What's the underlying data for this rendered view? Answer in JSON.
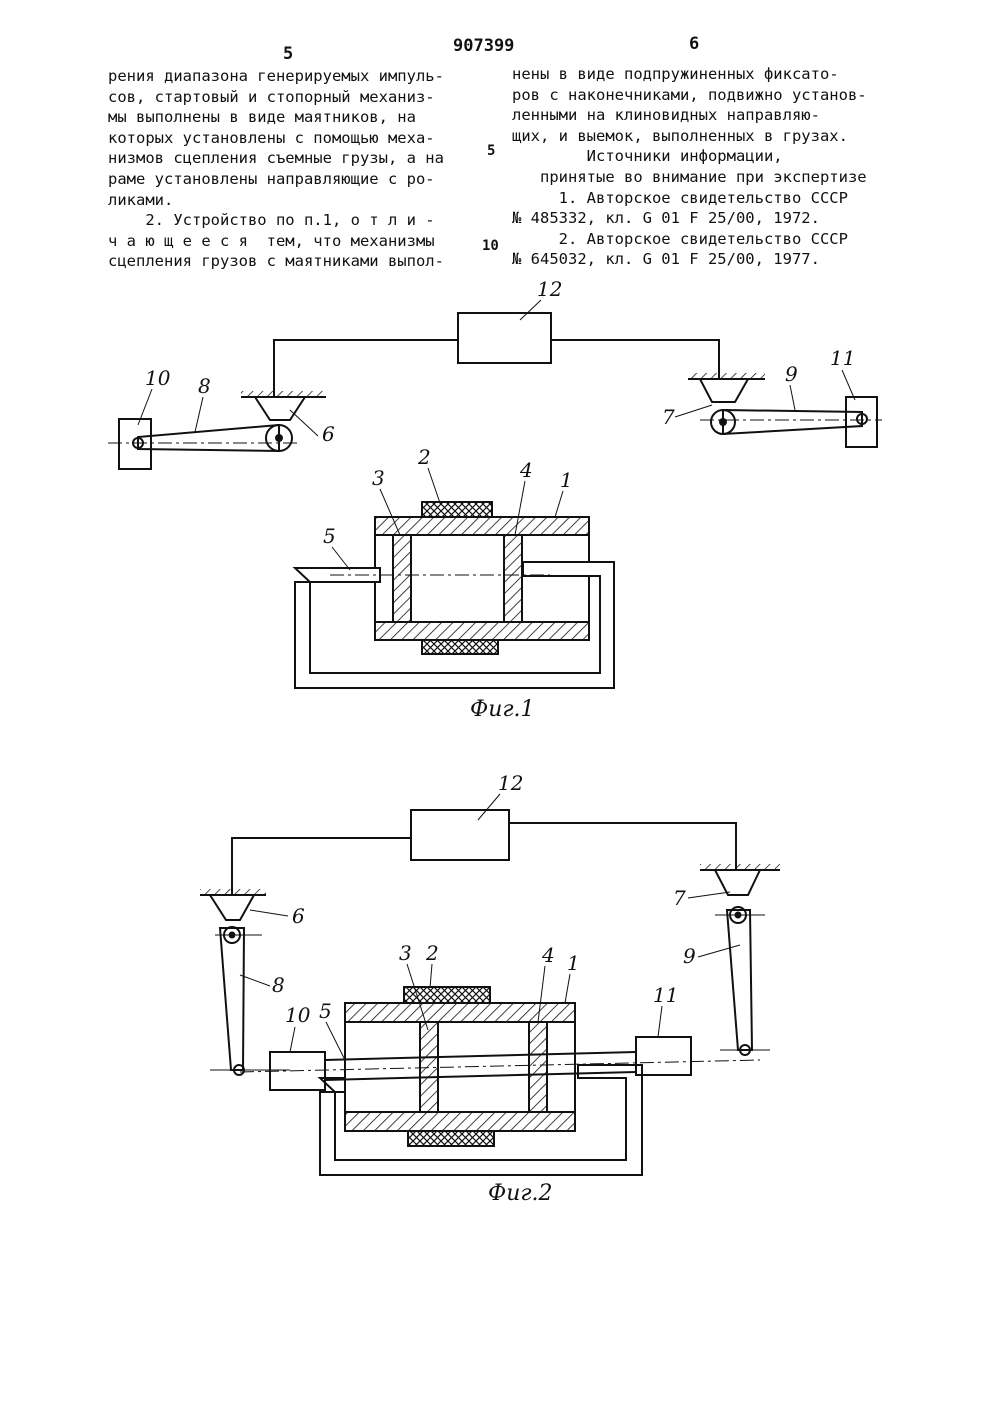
{
  "header": {
    "page_left": "5",
    "patent_number": "907399",
    "page_right": "6"
  },
  "left_column": [
    "рения диапазона генерируемых импуль-",
    "сов, стартовый и стопорный механиз-",
    "мы выполнены в виде маятников, на",
    "которых установлены с помощью меха-",
    "низмов сцепления съемные грузы, а на",
    "раме установлены направляющие с ро-",
    "ликами.",
    "    2. Устройство по п.1, о т л и -",
    "ч а ю щ е е с я  тем, что механизмы",
    "сцепления грузов с маятниками выпол-"
  ],
  "line_numbers": [
    "5",
    "10"
  ],
  "right_column": [
    "нены в виде подпружиненных фиксато-",
    "ров с наконечниками, подвижно установ-",
    "ленными на клиновидных направляю-",
    "щих, и выемок, выполненных в грузах.",
    "        Источники информации,",
    "   принятые во внимание при экспертизе",
    "     1. Авторское свидетельство СССР",
    "№ 485332, кл. G 01 F 25/00, 1972.",
    "     2. Авторское свидетельство СССР",
    "№ 645032, кл. G 01 F 25/00, 1977."
  ],
  "figures": {
    "fig1": {
      "caption": "Фиг.1",
      "labels": [
        "1",
        "2",
        "3",
        "4",
        "5",
        "6",
        "7",
        "8",
        "9",
        "10",
        "11",
        "12"
      ]
    },
    "fig2": {
      "caption": "Фиг.2",
      "labels": [
        "1",
        "2",
        "3",
        "4",
        "5",
        "6",
        "7",
        "8",
        "9",
        "10",
        "11",
        "12"
      ]
    }
  },
  "colors": {
    "ink": "#111111",
    "paper": "#ffffff"
  }
}
